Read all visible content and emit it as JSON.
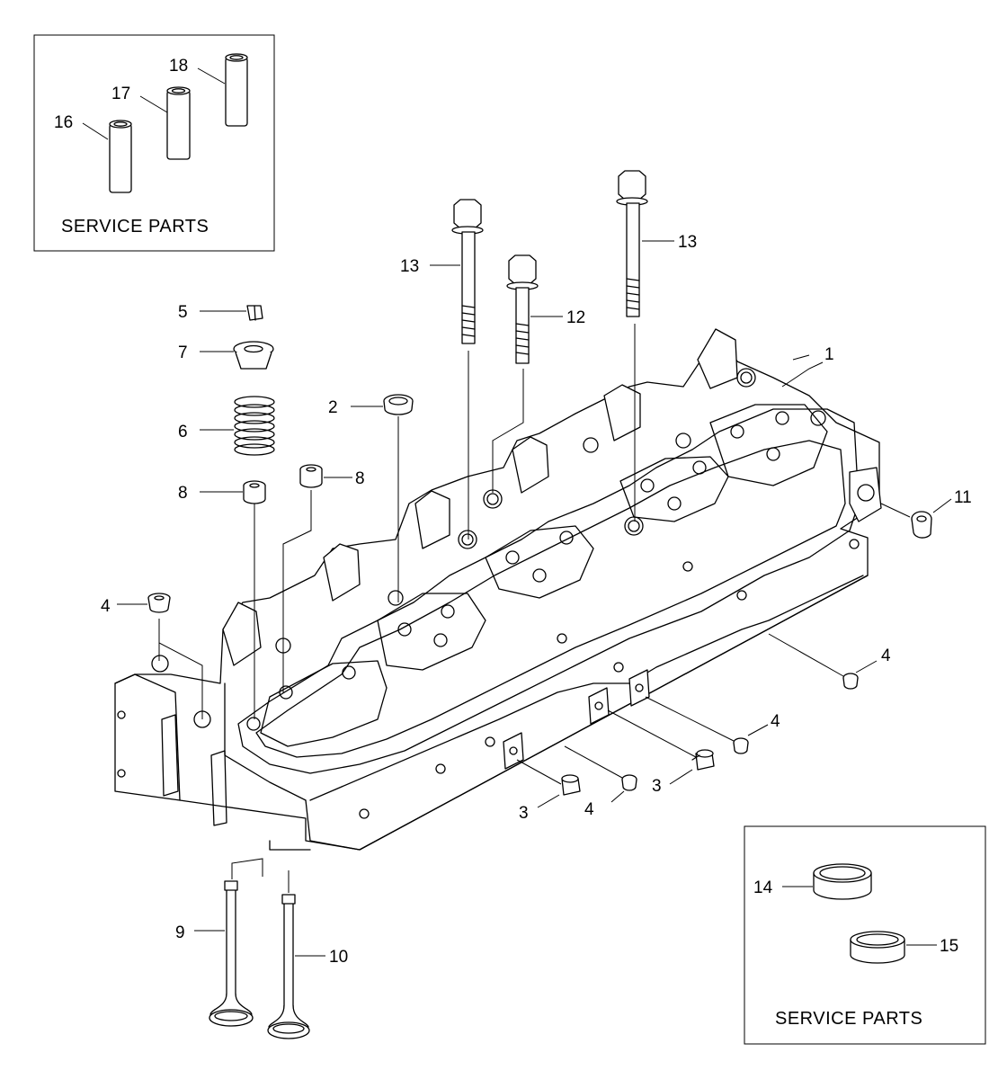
{
  "service_box_left": {
    "title": "SERVICE PARTS"
  },
  "service_box_right": {
    "title": "SERVICE PARTS"
  },
  "callouts": {
    "c1": "1",
    "c2": "2",
    "c3a": "3",
    "c3b": "3",
    "c4a": "4",
    "c4b": "4",
    "c4c": "4",
    "c4d": "4",
    "c5": "5",
    "c6": "6",
    "c7": "7",
    "c8a": "8",
    "c8b": "8",
    "c9": "9",
    "c10": "10",
    "c11": "11",
    "c12": "12",
    "c13a": "13",
    "c13b": "13",
    "c14": "14",
    "c15": "15",
    "c16": "16",
    "c17": "17",
    "c18": "18"
  }
}
